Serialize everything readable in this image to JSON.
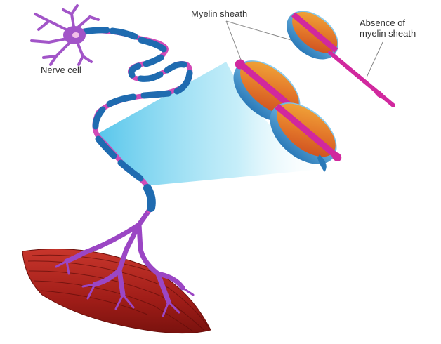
{
  "labels": {
    "nerve_cell": "Nerve cell",
    "myelin_sheath": "Myelin sheath",
    "absence_line1": "Absence of",
    "absence_line2": "myelin sheath"
  },
  "colors": {
    "neuron_body": "#a255c8",
    "myelin_blue": "#1f6bb0",
    "node_pink": "#d24bb8",
    "muscle_red": "#a8201a",
    "axon_magenta": "#d1289e",
    "zoom_cyan": "#7fd8f0",
    "sheath_orange": "#e98a2a"
  },
  "icons": {
    "neuron": "nerve-cell-icon",
    "muscle": "muscle-icon",
    "myelinated_axon": "myelinated-axon-icon",
    "unmyelinated_axon": "unmyelinated-axon-icon"
  }
}
